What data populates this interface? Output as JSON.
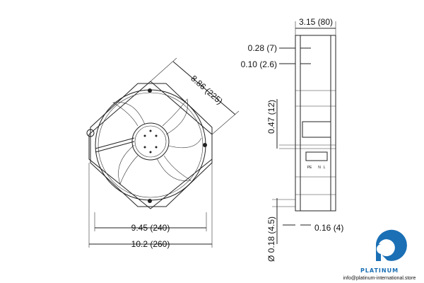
{
  "dimensions": {
    "diagonal": "8.86 (225)",
    "width_inner": "9.45 (240)",
    "width_outer": "10.2 (260)",
    "depth": "3.15 (80)",
    "flange": "0.28 (7)",
    "flange_gap": "0.10 (2.6)",
    "offset": "0.47 (12)",
    "hole": "Ø 0.18 (4.5)",
    "edge": "0.16 (4)"
  },
  "terminal_labels": [
    "PE",
    "N",
    "L"
  ],
  "logo": {
    "name": "PLATINUM",
    "email": "info@platinum-international.store",
    "color": "#1a6fb5"
  }
}
